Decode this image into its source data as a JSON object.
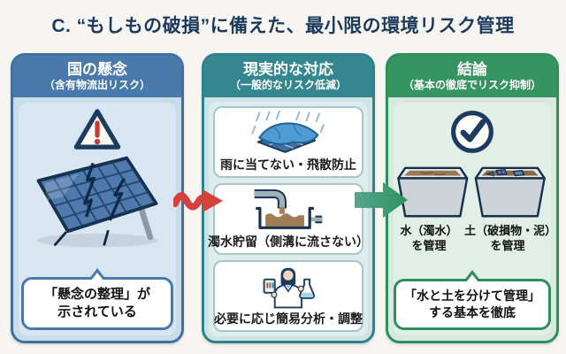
{
  "title": "C. “もしもの破損”に備えた、最小限の環境リスク管理",
  "colors": {
    "background": "#f7f5f1",
    "title_text": "#1c3a5e",
    "concern_accent": "#4a7aab",
    "response_accent": "#35878f",
    "conclusion_accent": "#35945f",
    "alert_red": "#c23b34",
    "arrow_red": "#d6413c",
    "arrow_green_start": "#55a68c",
    "arrow_green_end": "#2c9260",
    "dark_navy_line": "#1d3a5f"
  },
  "icons": {
    "warning": "warning-triangle-icon",
    "check": "check-circle-icon",
    "red_arrow": "wavy-arrow-right-icon",
    "green_arrow": "block-arrow-right-icon",
    "broken_panel": "broken-solar-panel-illustration",
    "tarp": "tarp-covered-panel-rain-illustration",
    "tank": "muddy-water-tank-illustration",
    "scientist": "scientist-analysis-illustration",
    "tubs": "water-and-soil-containers-illustration"
  },
  "panels": {
    "concern": {
      "title": "国の懸念",
      "subtitle": "（含有物流出リスク）",
      "bubble": {
        "line1": "「懸念の整理」が",
        "line2": "示されている"
      }
    },
    "response": {
      "title": "現実的な対応",
      "subtitle": "（一般的なリスク低減）",
      "items": [
        {
          "caption": "雨に当てない・飛散防止"
        },
        {
          "caption": "濁水貯留（側溝に流さない）"
        },
        {
          "caption": "必要に応じ簡易分析・調整"
        }
      ]
    },
    "conclusion": {
      "title": "結論",
      "subtitle": "（基本の徹底でリスク抑制）",
      "water": {
        "line1": "水（濁水）",
        "line2": "を管理"
      },
      "soil": {
        "line1": "土（破損物・泥）",
        "line2": "を管理"
      },
      "bubble": {
        "line1": "「水と土を分けて管理」",
        "line2": "する基本を徹底"
      }
    }
  }
}
